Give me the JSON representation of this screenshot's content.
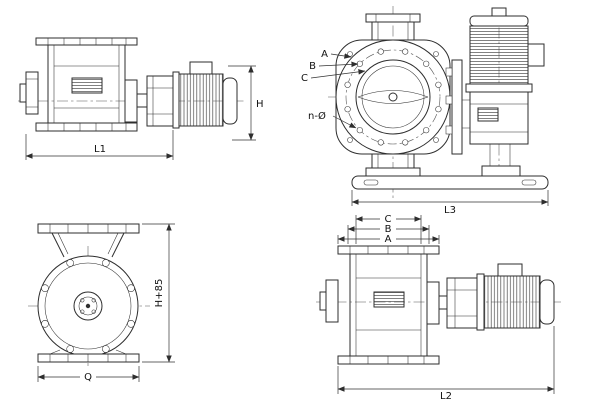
{
  "drawing": {
    "background": "#ffffff",
    "line_color": "#2e2e2e",
    "views": {
      "top_left_side": {
        "dims": {
          "length": "L1",
          "height": "H"
        }
      },
      "top_right_end": {
        "leaders": {
          "a": "A",
          "b": "B",
          "c": "C",
          "bolt_holes": "n-Ø"
        },
        "dims": {
          "length": "L3"
        }
      },
      "bottom_left_front": {
        "dims": {
          "width": "Q",
          "height": "H+85"
        }
      },
      "bottom_right_side": {
        "dims": {
          "c": "C",
          "b": "B",
          "a": "A",
          "length": "L2"
        }
      }
    }
  }
}
